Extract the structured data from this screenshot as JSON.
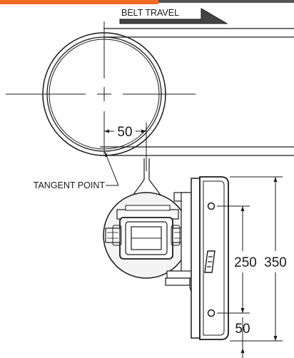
{
  "colors": {
    "accent_bar": "#f26b22",
    "top_strip": "#555555",
    "line": "#1a1a1a",
    "fill_light": "#f2f2f2"
  },
  "labels": {
    "belt_travel": "BELT TRAVEL",
    "tangent_point": "TANGENT POINT"
  },
  "dimensions": {
    "tangent_offset": "50",
    "hole_spacing": "250",
    "overall_height": "350",
    "bottom_offset": "50"
  },
  "icons": {
    "direction_arrow": "belt-travel-arrow-icon",
    "bracket_logo": "m-logo-icon"
  }
}
